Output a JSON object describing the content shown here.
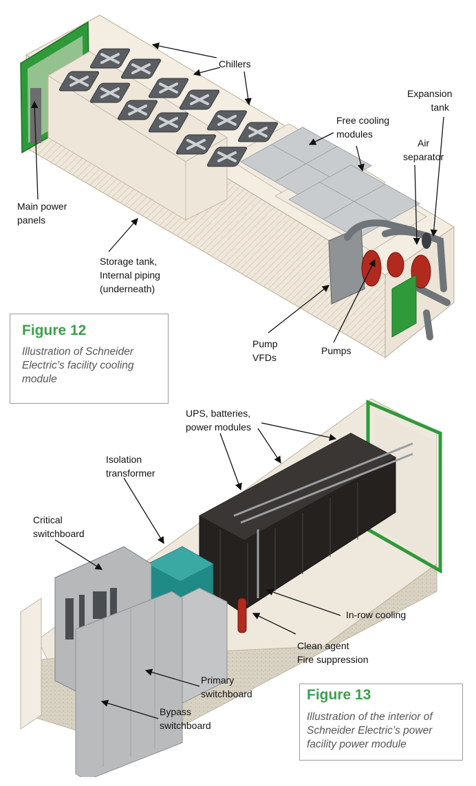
{
  "figure12": {
    "title": "Figure 12",
    "caption_lines": [
      "Illustration of Schneider",
      "Electric’s facility cooling",
      "module"
    ],
    "labels": {
      "chillers": "Chillers",
      "free_cooling": [
        "Free cooling",
        "modules"
      ],
      "expansion_tank": [
        "Expansion",
        "tank"
      ],
      "air_separator": [
        "Air",
        "separator"
      ],
      "main_power_panels": [
        "Main power",
        "panels"
      ],
      "storage_tank": [
        "Storage tank,",
        "Internal piping",
        "(underneath)"
      ],
      "pump_vfds": [
        "Pump",
        "VFDs"
      ],
      "pumps": "Pumps"
    }
  },
  "figure13": {
    "title": "Figure 13",
    "caption_lines": [
      "Illustration of the interior of",
      "Schneider Electric’s power",
      "facility power module"
    ],
    "labels": {
      "ups": [
        "UPS, batteries,",
        "power modules"
      ],
      "isolation_transformer": [
        "Isolation",
        "transformer"
      ],
      "critical_switchboard": [
        "Critical",
        "switchboard"
      ],
      "in_row_cooling": "In-row cooling",
      "clean_agent": [
        "Clean agent",
        "Fire suppression"
      ],
      "primary_switchboard": [
        "Primary",
        "switchboard"
      ],
      "bypass_switchboard": [
        "Bypass",
        "switchboard"
      ]
    }
  },
  "colors": {
    "accent_green": "#3aa04a",
    "container_beige": "#f2ece1",
    "fan_dark": "#5a5e63",
    "pump_red": "#b22a1e",
    "rack_black": "#24211f",
    "transformer_teal": "#1f8a86"
  }
}
